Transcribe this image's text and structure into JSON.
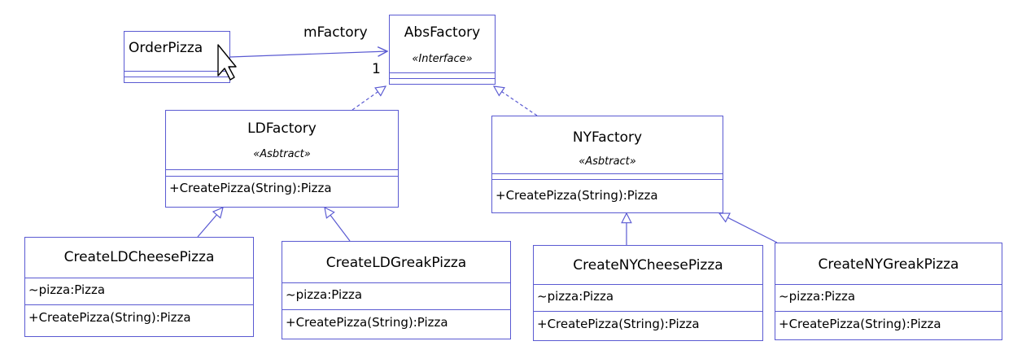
{
  "classes": {
    "order_pizza": {
      "name": "OrderPizza"
    },
    "abs_factory": {
      "name": "AbsFactory",
      "stereotype": "«Interface»"
    },
    "ld_factory": {
      "name": "LDFactory",
      "stereotype": "«Asbtract»",
      "operation": "+CreatePizza(String):Pizza"
    },
    "ny_factory": {
      "name": "NYFactory",
      "stereotype": "«Asbtract»",
      "operation": "+CreatePizza(String):Pizza"
    },
    "create_ld_cheese_pizza": {
      "name": "CreateLDCheesePizza",
      "attribute": "~pizza:Pizza",
      "operation": "+CreatePizza(String):Pizza"
    },
    "create_ld_greak_pizza": {
      "name": "CreateLDGreakPizza",
      "attribute": "~pizza:Pizza",
      "operation": "+CreatePizza(String):Pizza"
    },
    "create_ny_cheese_pizza": {
      "name": "CreateNYCheesePizza",
      "attribute": "~pizza:Pizza",
      "operation": "+CreatePizza(String):Pizza"
    },
    "create_ny_greak_pizza": {
      "name": "CreateNYGreakPizza",
      "attribute": "~pizza:Pizza",
      "operation": "+CreatePizza(String):Pizza"
    }
  },
  "association": {
    "role": "mFactory",
    "multiplicity": "1"
  },
  "colors": {
    "line": "#5a5ad2",
    "text": "#000000",
    "background": "#ffffff"
  },
  "icons": {
    "pointer": "mouse-pointer-icon"
  }
}
